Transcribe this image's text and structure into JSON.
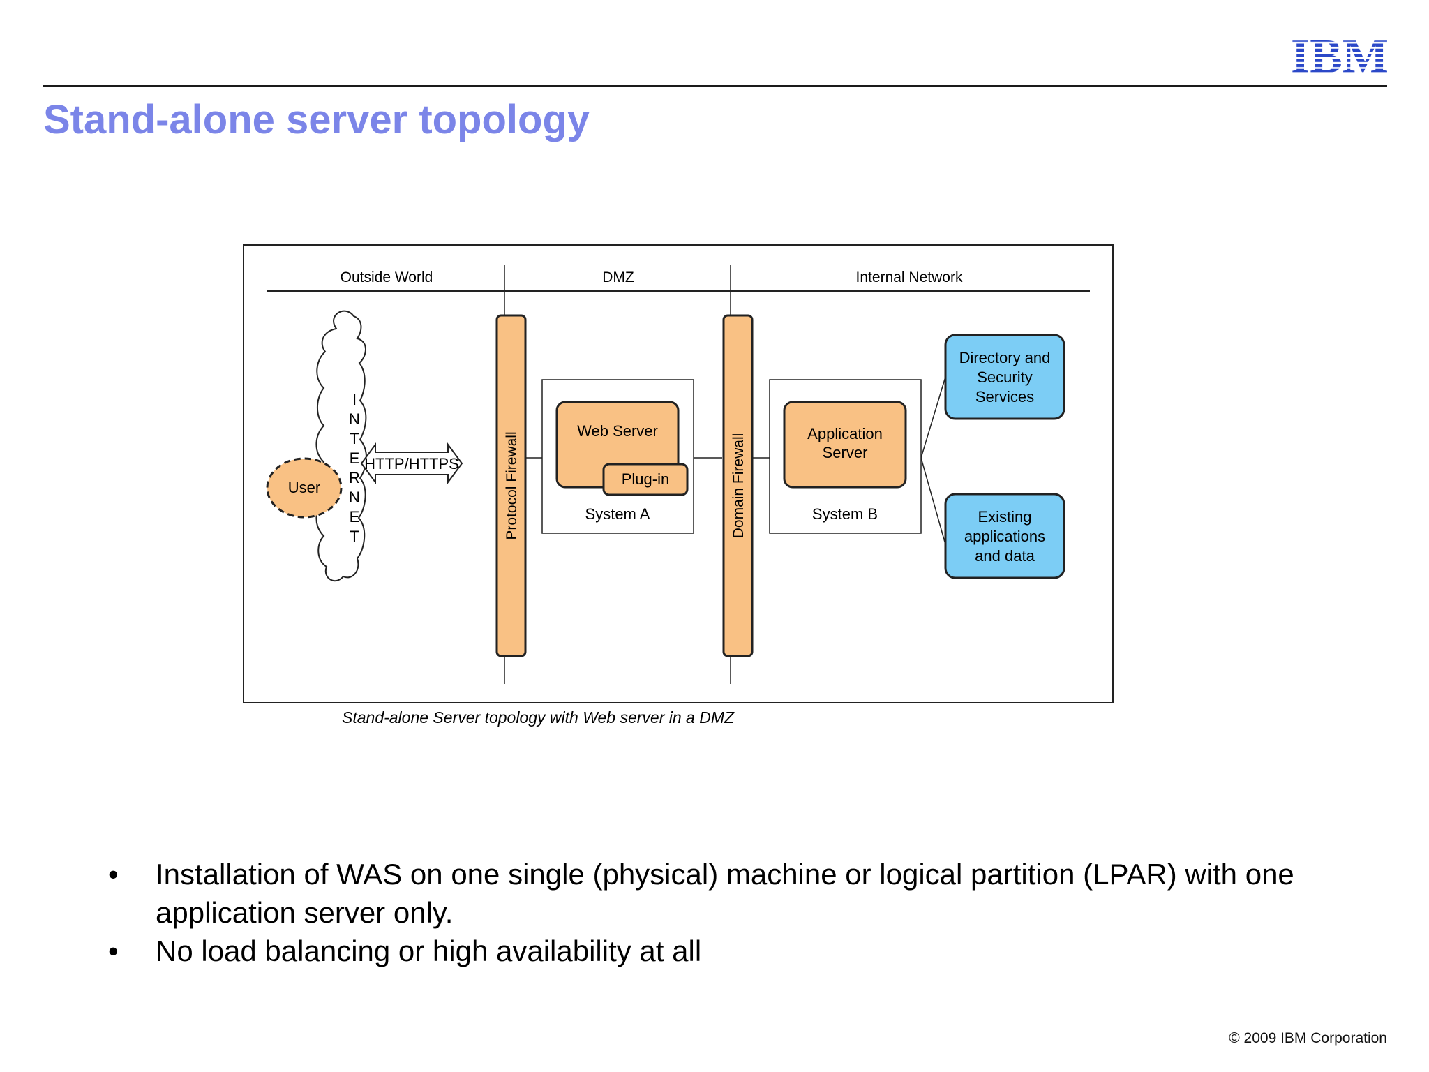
{
  "header": {
    "logo_text": "IBM",
    "title": "Stand-alone server topology"
  },
  "diagram": {
    "zones": [
      "Outside World",
      "DMZ",
      "Internal Network"
    ],
    "internet_letters": [
      "I",
      "N",
      "T",
      "E",
      "R",
      "N",
      "E",
      "T"
    ],
    "user_label": "User",
    "protocol_label": "HTTP/HTTPS",
    "protocol_firewall_label": "Protocol Firewall",
    "domain_firewall_label": "Domain Firewall",
    "system_a": {
      "server_label": "Web Server",
      "plugin_label": "Plug-in",
      "name": "System A"
    },
    "system_b": {
      "server_label_line1": "Application",
      "server_label_line2": "Server",
      "name": "System B"
    },
    "directory_lines": [
      "Directory and",
      "Security",
      "Services"
    ],
    "existing_lines": [
      "Existing",
      "applications",
      "and data"
    ],
    "caption": "Stand-alone Server topology with Web server in a DMZ",
    "colors": {
      "orange": "#f9c184",
      "blue": "#7ccdf5"
    }
  },
  "bullets": [
    "Installation of WAS on one single (physical) machine or logical partition (LPAR) with one application server only.",
    "No load balancing or high availability at all"
  ],
  "bullet_symbol": "•",
  "footer": {
    "copyright": "© 2009 IBM Corporation"
  }
}
